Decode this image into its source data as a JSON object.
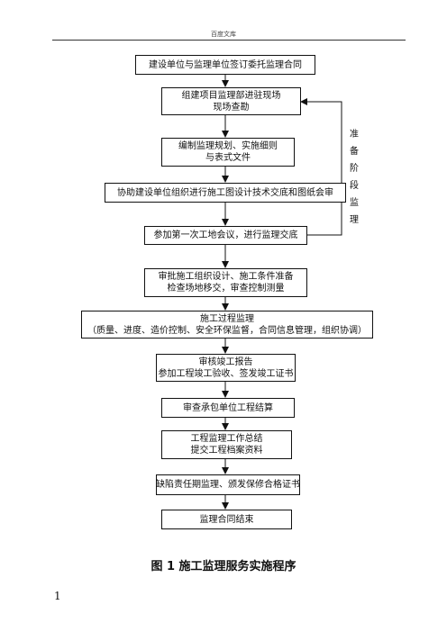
{
  "header": {
    "text": "百度文库"
  },
  "steps": [
    {
      "lines": [
        "建设单位与监理单位签订委托监理合同"
      ]
    },
    {
      "lines": [
        "组建项目监理部进驻现场",
        "现场查勘"
      ]
    },
    {
      "lines": [
        "编制监理规划、实施细则",
        "与表式文件"
      ]
    },
    {
      "lines": [
        "协助建设单位组织进行施工图设计技术交底和图纸会审"
      ]
    },
    {
      "lines": [
        "参加第一次工地会议，进行监理交底"
      ]
    },
    {
      "lines": [
        "审批施工组织设计、施工条件准备",
        "检查场地移交，审查控制测量"
      ]
    },
    {
      "lines": [
        "施工过程监理",
        "（质量、进度、造价控制、安全环保监督，合同信息管理，组织协调）"
      ]
    },
    {
      "lines": [
        "审核竣工报告",
        "参加工程竣工验收、签发竣工证书"
      ]
    },
    {
      "lines": [
        "审查承包单位工程结算"
      ]
    },
    {
      "lines": [
        "工程监理工作总结",
        "提交工程档案资料"
      ]
    },
    {
      "lines": [
        "缺陷责任期监理、颁发保修合格证书"
      ]
    },
    {
      "lines": [
        "监理合同结束"
      ]
    }
  ],
  "side_label": [
    "准",
    "备",
    "阶",
    "段",
    "监",
    "理"
  ],
  "caption": "图 1 施工监理服务实施程序",
  "page_number": "1"
}
